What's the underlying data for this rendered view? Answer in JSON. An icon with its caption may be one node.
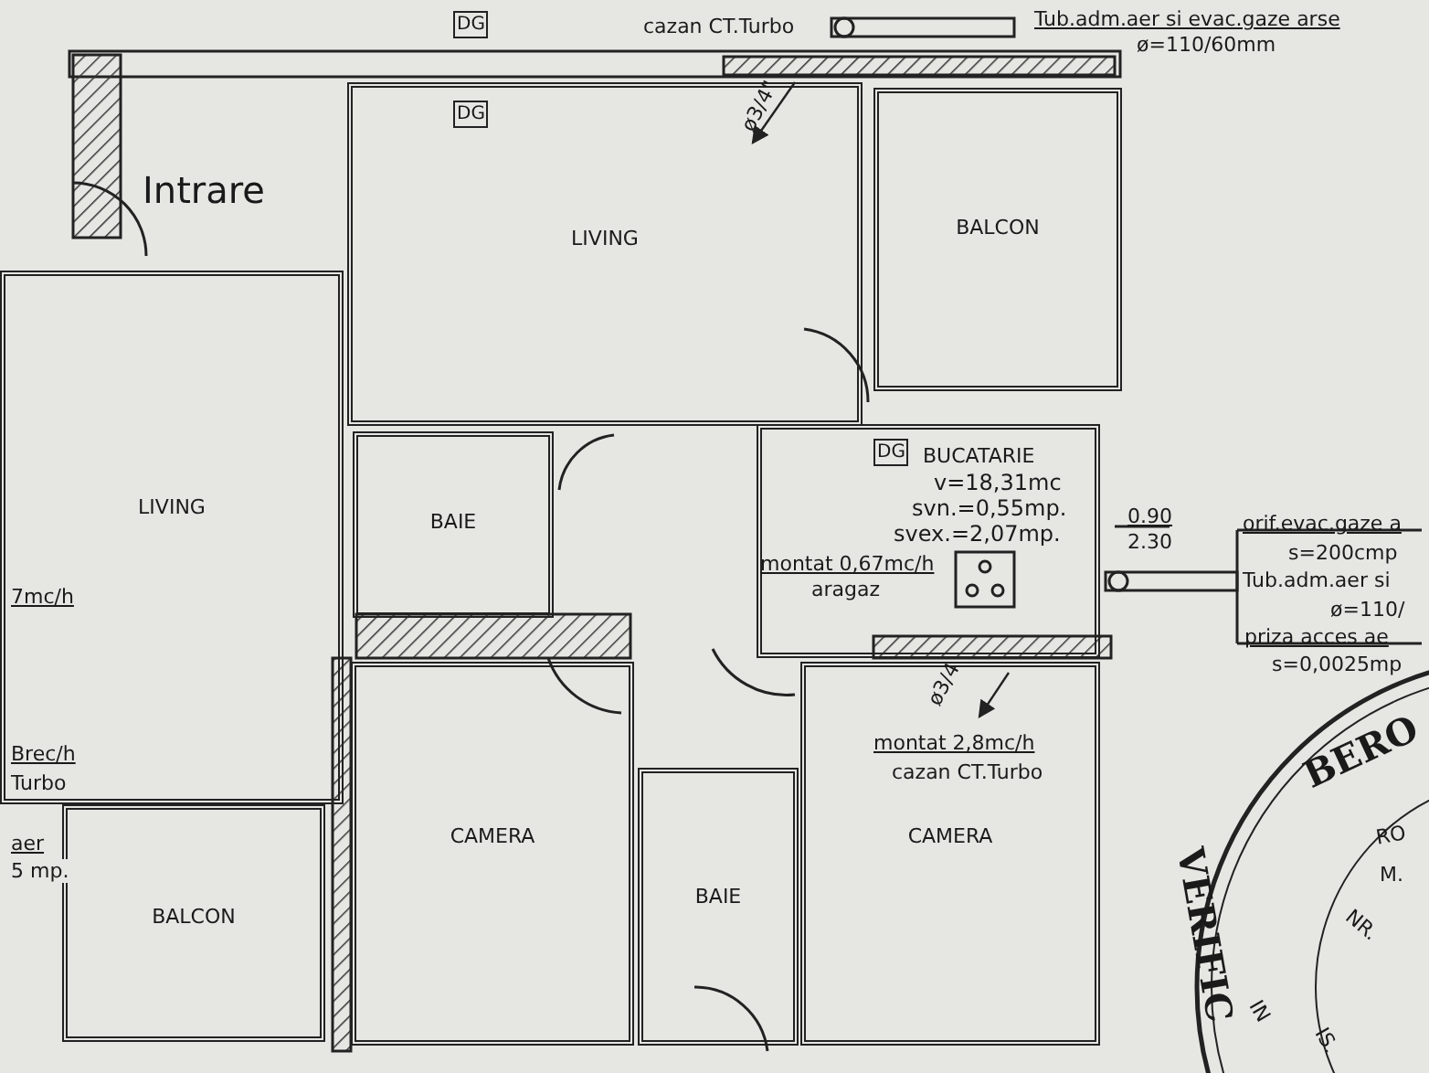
{
  "diagram": {
    "nodes": [
      {
        "text": [
          "LIVING"
        ]
      },
      {
        "text": [
          "BALCON"
        ]
      },
      {
        "text": [
          "BAIE"
        ]
      },
      {
        "text": [
          "BUCATARIE",
          "v=18,31mc",
          "svn.=0,55mp.",
          "svex.=2,07mp."
        ]
      },
      {
        "text": [
          "LIVING"
        ]
      },
      {
        "text": [
          "BALCON"
        ]
      },
      {
        "text": [
          "CAMERA"
        ]
      },
      {
        "text": [
          "BAIE"
        ]
      },
      {
        "text": [
          "CAMERA"
        ]
      }
    ],
    "labels": [
      "DG",
      "cazan CT.Turbo",
      "Tub.adm.aer si evac.gaze arse",
      "ø=110/60mm",
      "DG",
      "ø3/4\"",
      "Intrare",
      "DG",
      "montat 0,67mc/h",
      "aragaz",
      "0.90",
      "2.30",
      "orif.evac.gaze a",
      "s=200cmp",
      "Tub.adm.aer si",
      "ø=110/",
      "priza acces ae",
      "s=0,0025mp",
      "ø3/4",
      "montat 2,8mc/h",
      "cazan CT.Turbo",
      "7mc/h",
      "Brec/h",
      "Turbo",
      "aer",
      "5 mp.",
      "BERO",
      "RO",
      "M.",
      "NR.",
      "VERIFIC",
      "IN",
      "IS."
    ]
  }
}
